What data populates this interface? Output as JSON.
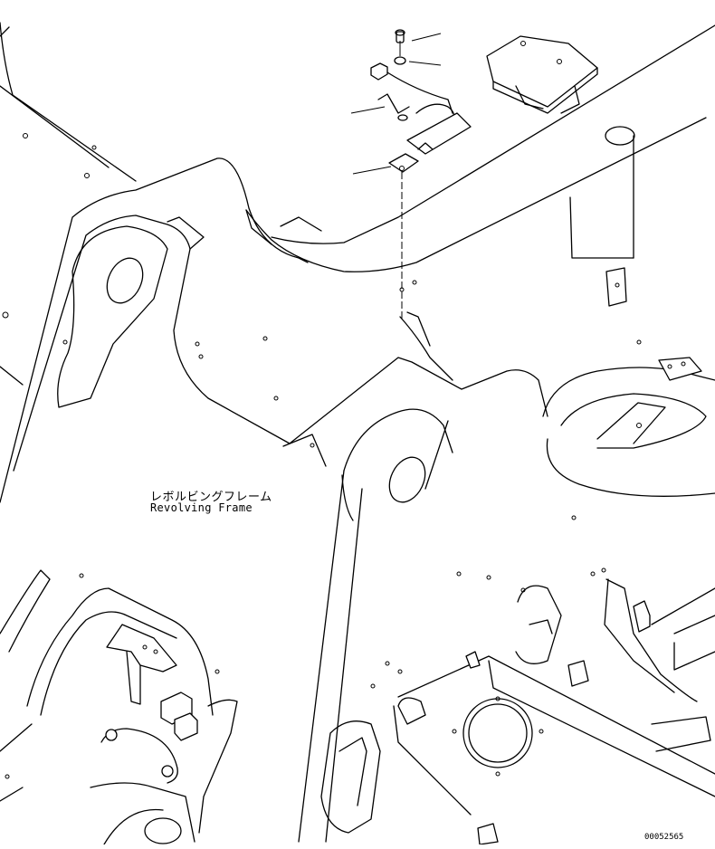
{
  "diagram": {
    "part_label_japanese": "レボルビングフレーム",
    "part_label_english": "Revolving Frame",
    "drawing_number": "00052565"
  }
}
